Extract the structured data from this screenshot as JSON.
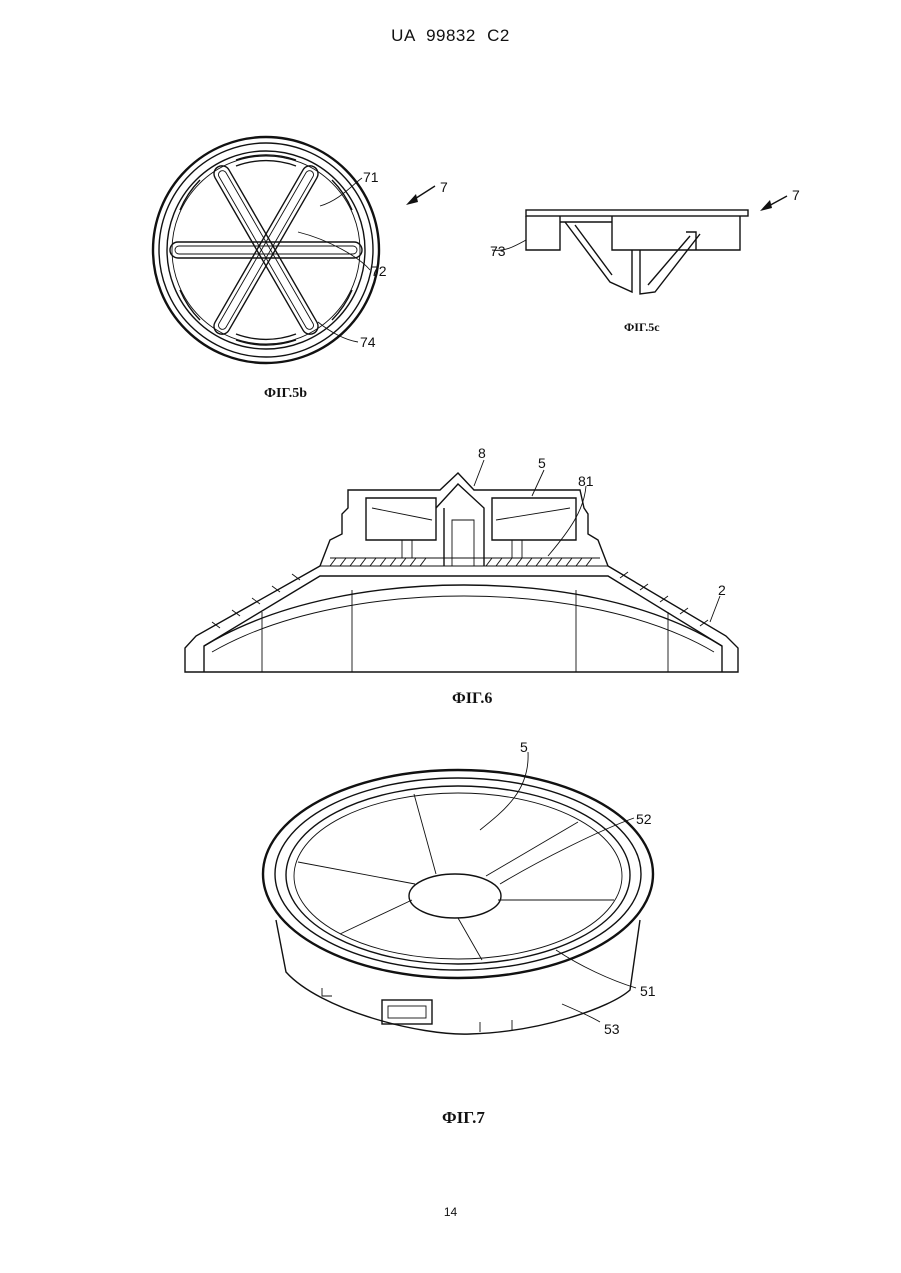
{
  "header": {
    "publication": "UA   99832   C2"
  },
  "figures": {
    "fig5b": {
      "caption": "ФІГ.5b",
      "refs": {
        "r71": "71",
        "r7": "7",
        "r72": "72",
        "r74": "74"
      }
    },
    "fig5c": {
      "caption": "ФІГ.5c",
      "refs": {
        "r7": "7",
        "r73": "73"
      }
    },
    "fig6": {
      "caption": "ФІГ.6",
      "refs": {
        "r8": "8",
        "r5": "5",
        "r81": "81",
        "r2": "2"
      }
    },
    "fig7": {
      "caption": "ФІГ.7",
      "refs": {
        "r5": "5",
        "r52": "52",
        "r51": "51",
        "r53": "53"
      }
    }
  },
  "footer": {
    "page_number": "14"
  }
}
